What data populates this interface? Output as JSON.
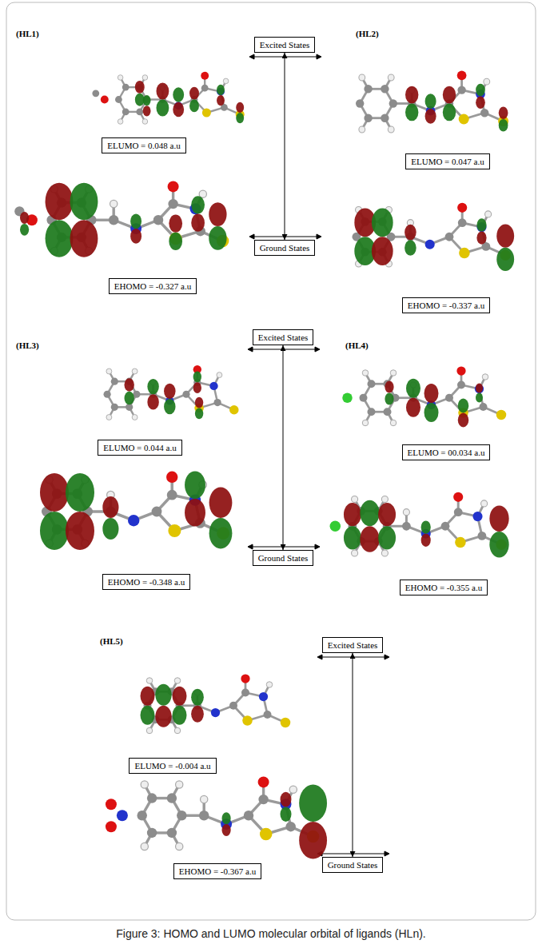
{
  "diagram": {
    "caption": "Figure 3: HOMO and LUMO molecular orbital of ligands (HLn).",
    "nodes": [
      {
        "text": [
          "Excited States"
        ]
      },
      {
        "text": [
          "ELUMO = 0.048 a.u"
        ]
      },
      {
        "text": [
          "ELUMO = 0.047 a.u"
        ]
      },
      {
        "text": [
          "Ground States"
        ]
      },
      {
        "text": [
          "EHOMO = -0.327 a.u"
        ]
      },
      {
        "text": [
          "EHOMO = -0.337 a.u"
        ]
      },
      {
        "text": [
          "Excited States"
        ]
      },
      {
        "text": [
          "ELUMO = 0.044 a.u"
        ]
      },
      {
        "text": [
          "ELUMO = 00.034 a.u"
        ]
      },
      {
        "text": [
          "Ground States"
        ]
      },
      {
        "text": [
          "EHOMO = -0.348 a.u"
        ]
      },
      {
        "text": [
          "EHOMO = -0.355 a.u"
        ]
      },
      {
        "text": [
          "Excited States"
        ]
      },
      {
        "text": [
          "ELUMO = -0.004 a.u"
        ]
      },
      {
        "text": [
          "Ground States"
        ]
      },
      {
        "text": [
          "EHOMO = -0.367 a.u"
        ]
      }
    ],
    "edges": [
      {
        "from": 0,
        "to": 3,
        "arrow": "both"
      },
      {
        "from": 6,
        "to": 9,
        "arrow": "both"
      },
      {
        "from": 12,
        "to": 14,
        "arrow": "both"
      }
    ],
    "labels": [
      "(HL1)",
      "(HL2)",
      "(HL3)",
      "(HL4)",
      "(HL5)"
    ]
  }
}
